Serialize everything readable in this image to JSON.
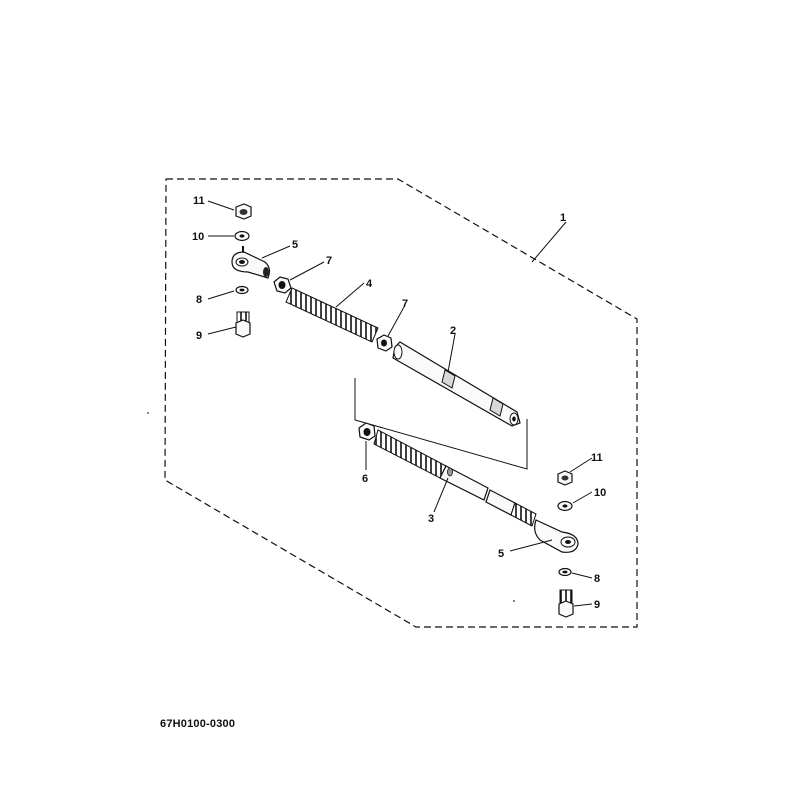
{
  "diagram": {
    "drawing_code": "67H0100-0300",
    "callouts": {
      "c1": "1",
      "c2": "2",
      "c3": "3",
      "c4": "4",
      "c5a": "5",
      "c5b": "5",
      "c6": "6",
      "c7a": "7",
      "c7b": "7",
      "c8a": "8",
      "c8b": "8",
      "c9a": "9",
      "c9b": "9",
      "c10a": "10",
      "c10b": "10",
      "c11a": "11",
      "c11b": "11"
    }
  }
}
